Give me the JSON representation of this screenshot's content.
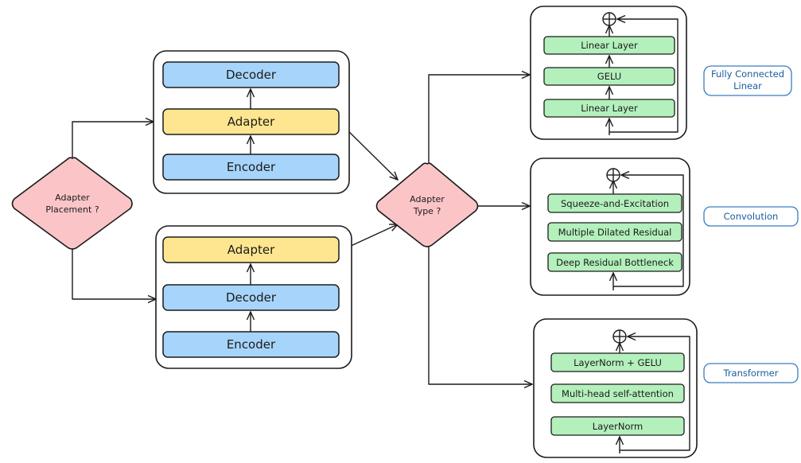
{
  "placement": {
    "question_line1": "Adapter",
    "question_line2": "Placement ?",
    "option_a": {
      "top": "Decoder",
      "middle": "Adapter",
      "bottom": "Encoder"
    },
    "option_b": {
      "top": "Adapter",
      "middle": "Decoder",
      "bottom": "Encoder"
    }
  },
  "adapter_type": {
    "question_line1": "Adapter",
    "question_line2": "Type ?"
  },
  "types": {
    "fully_connected": {
      "label_line1": "Fully Connected",
      "label_line2": "Linear",
      "layers": [
        "Linear Layer",
        "GELU",
        "Linear Layer"
      ]
    },
    "convolution": {
      "label": "Convolution",
      "layers": [
        "Squeeze-and-Excitation",
        "Multiple Dilated Residual",
        "Deep Residual Bottleneck"
      ]
    },
    "transformer": {
      "label": "Transformer",
      "layers": [
        "LayerNorm + GELU",
        "Multi-head self-attention",
        "LayerNorm"
      ]
    }
  },
  "colors": {
    "blue_block": "#a6d4fa",
    "yellow_block": "#fde68f",
    "green_block": "#b3f0bc",
    "diamond": "#fbc5c8",
    "tag_border": "#3a7cc0"
  }
}
